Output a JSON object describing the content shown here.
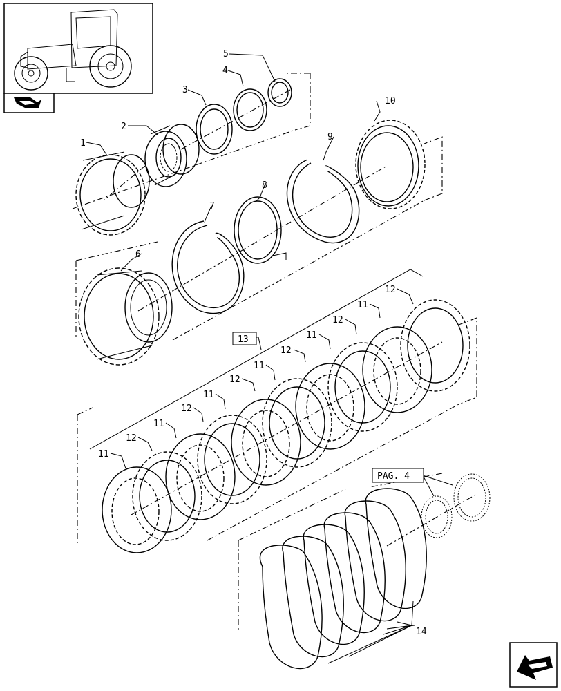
{
  "callouts": {
    "c1": "1",
    "c2": "2",
    "c3": "3",
    "c4": "4",
    "c5": "5",
    "c6": "6",
    "c7": "7",
    "c8": "8",
    "c9": "9",
    "c10": "10",
    "c11": "11",
    "c12": "12",
    "c13": "13",
    "c14": "14"
  },
  "page_ref": "PAG. 4",
  "icons": {
    "thumbnail": "tractor-thumbnail",
    "book": "book-icon",
    "nav": "next-page-arrow-icon"
  }
}
